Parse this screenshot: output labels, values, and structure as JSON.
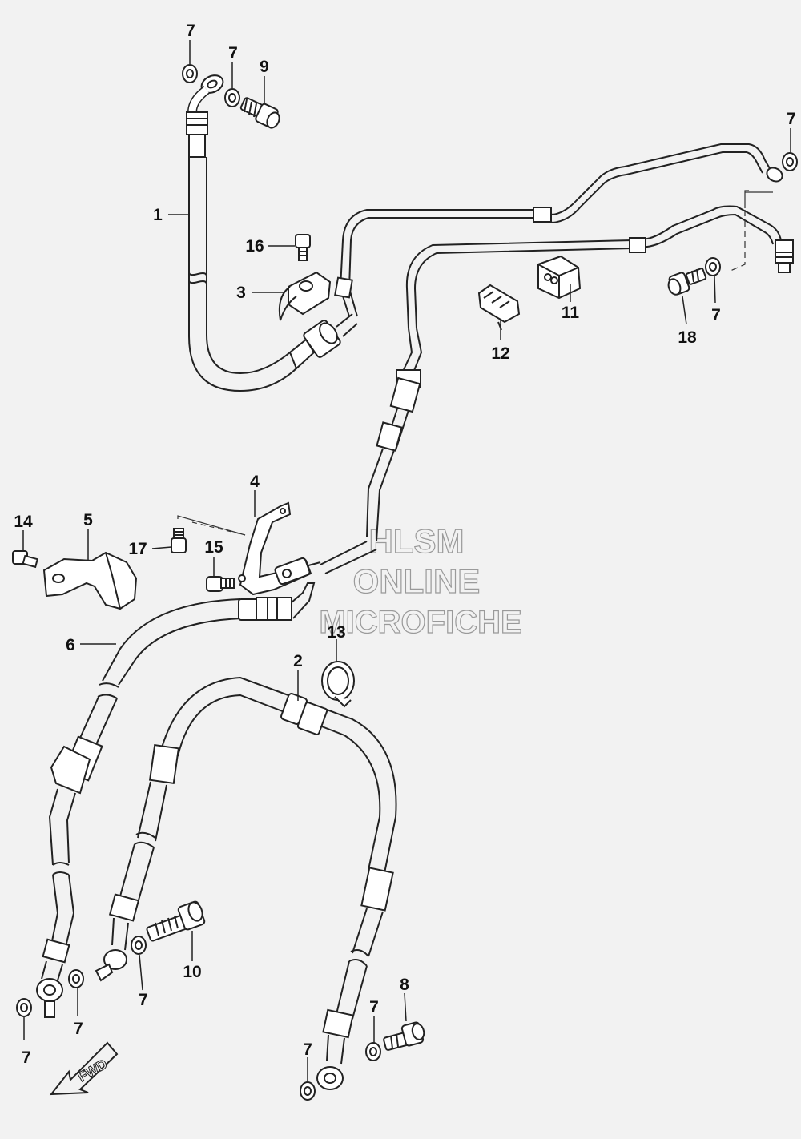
{
  "watermark": {
    "line1": "HLSM",
    "line2": "ONLINE",
    "line3": "MICROFICHE"
  },
  "direction_badge": "FWD",
  "callouts": [
    {
      "id": "c-7a",
      "label": "7"
    },
    {
      "id": "c-7b",
      "label": "7"
    },
    {
      "id": "c-9",
      "label": "9"
    },
    {
      "id": "c-1",
      "label": "1"
    },
    {
      "id": "c-16",
      "label": "16"
    },
    {
      "id": "c-3",
      "label": "3"
    },
    {
      "id": "c-7c",
      "label": "7"
    },
    {
      "id": "c-11",
      "label": "11"
    },
    {
      "id": "c-12",
      "label": "12"
    },
    {
      "id": "c-18",
      "label": "18"
    },
    {
      "id": "c-7d",
      "label": "7"
    },
    {
      "id": "c-4",
      "label": "4"
    },
    {
      "id": "c-14",
      "label": "14"
    },
    {
      "id": "c-5",
      "label": "5"
    },
    {
      "id": "c-17",
      "label": "17"
    },
    {
      "id": "c-15",
      "label": "15"
    },
    {
      "id": "c-6",
      "label": "6"
    },
    {
      "id": "c-13",
      "label": "13"
    },
    {
      "id": "c-2",
      "label": "2"
    },
    {
      "id": "c-10",
      "label": "10"
    },
    {
      "id": "c-7e",
      "label": "7"
    },
    {
      "id": "c-7f",
      "label": "7"
    },
    {
      "id": "c-7g",
      "label": "7"
    },
    {
      "id": "c-8",
      "label": "8"
    },
    {
      "id": "c-7h",
      "label": "7"
    },
    {
      "id": "c-7i",
      "label": "7"
    }
  ]
}
